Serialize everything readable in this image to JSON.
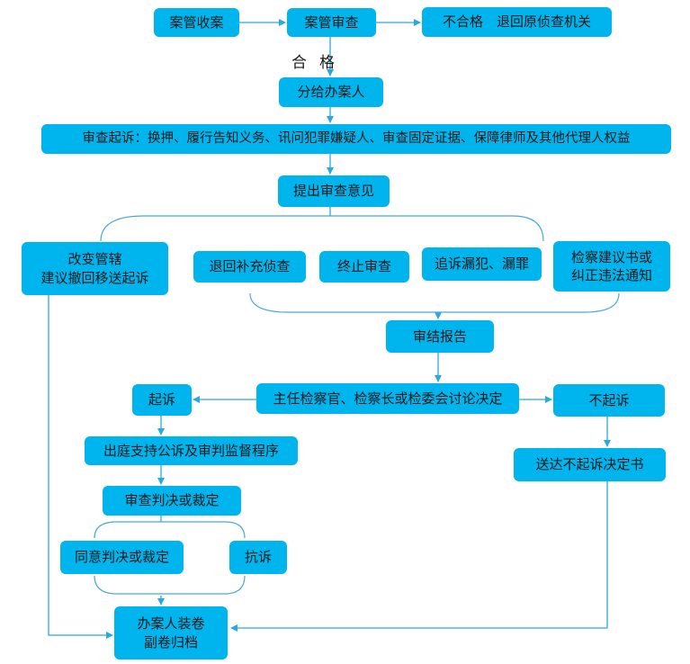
{
  "colors": {
    "box": "#00b4ee",
    "line": "#29a9e0",
    "brace": "#4aa8d8"
  },
  "nodes": {
    "intake": "案管收案",
    "review": "案管审查",
    "reject": "不合格　退回原侦查机关",
    "pass_label": "合格",
    "assign": "分给办案人",
    "prosecution_review": "审查起诉：换押、履行告知义务、讯问犯罪嫌疑人、审查固定证据、保障律师及其他代理人权益",
    "opinion": "提出审查意见",
    "change_line1": "改变管辖",
    "change_line2": "建议撤回移送起诉",
    "return": "退回补充侦查",
    "terminate": "终止审查",
    "omitted": "追诉漏犯、漏罪",
    "advice_line1": "检察建议书或",
    "advice_line2": "纠正违法通知",
    "report": "审结报告",
    "decision": "主任检察官、检察长或检委会讨论决定",
    "prosecute": "起诉",
    "no_prosecute": "不起诉",
    "court": "出庭支持公诉及审判监督程序",
    "judgment_review": "审查判决或裁定",
    "agree": "同意判决或裁定",
    "protest": "抗诉",
    "deliver": "送达不起诉决定书",
    "archive_line1": "办案人装卷",
    "archive_line2": "副卷归档"
  }
}
